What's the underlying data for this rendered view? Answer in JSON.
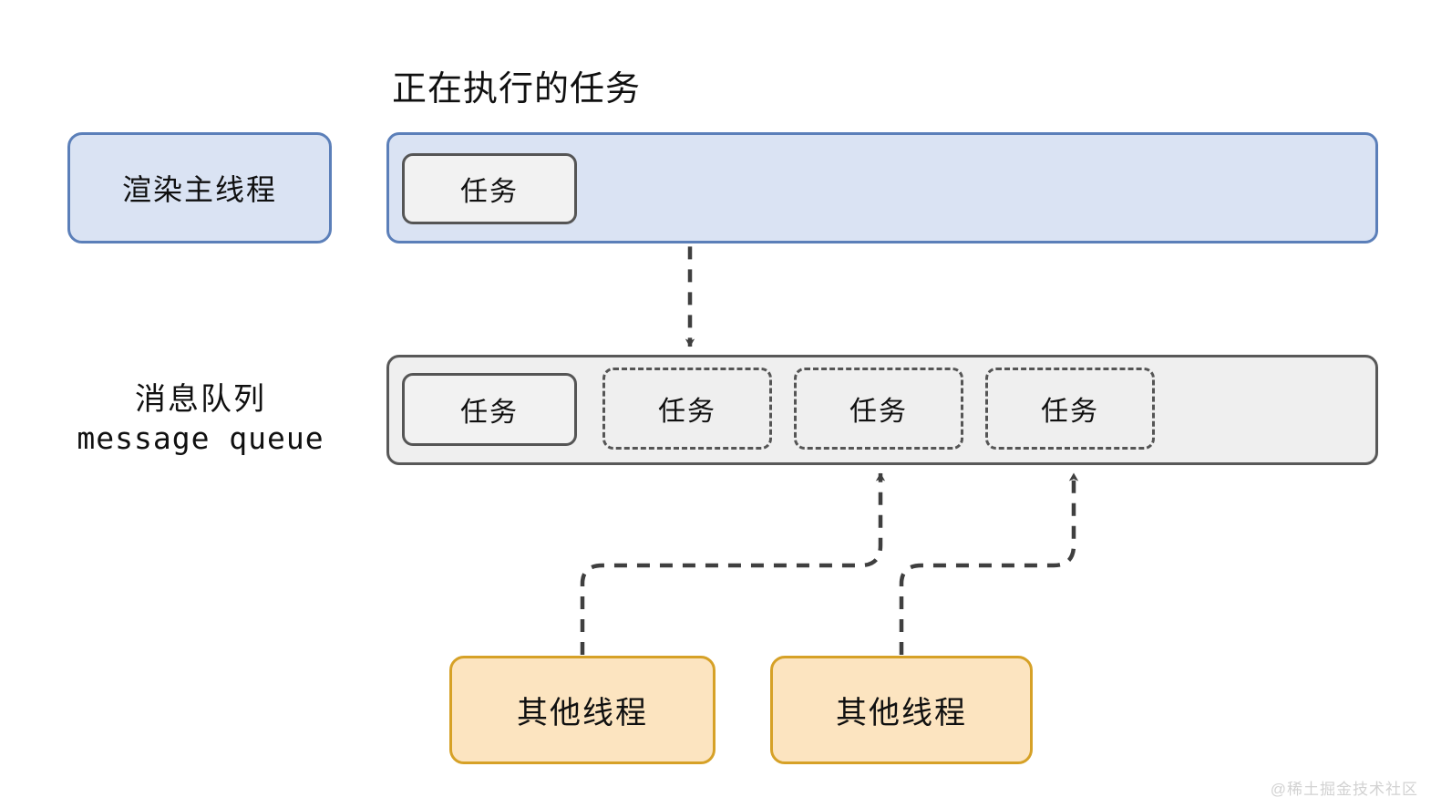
{
  "diagram": {
    "title": "正在执行的任务",
    "watermark": "@稀土掘金技术社区",
    "colors": {
      "thread_fill": "#dae3f3",
      "thread_border": "#5b7fb9",
      "queue_fill": "#efefef",
      "queue_border": "#585858",
      "task_fill": "#f2f2f2",
      "task_border": "#555555",
      "worker_fill": "#fce4c0",
      "worker_border": "#d6a127",
      "arrow": "#3f3f3f"
    },
    "rows": {
      "main_thread": {
        "label": "渲染主线程",
        "running_task": "任务"
      },
      "message_queue": {
        "label_cn": "消息队列",
        "label_en": "message queue",
        "tasks": [
          {
            "text": "任务",
            "style": "solid"
          },
          {
            "text": "任务",
            "style": "dashed"
          },
          {
            "text": "任务",
            "style": "dashed"
          },
          {
            "text": "任务",
            "style": "dashed"
          }
        ]
      }
    },
    "workers": [
      {
        "label": "其他线程"
      },
      {
        "label": "其他线程"
      }
    ],
    "arrows": [
      {
        "name": "running-task-to-queue",
        "from": "main-thread-running-task",
        "to": "queue-task-2",
        "style": "dashed"
      },
      {
        "name": "worker-1-to-queue",
        "from": "worker-1",
        "to": "queue-task-3",
        "style": "dashed"
      },
      {
        "name": "worker-2-to-queue",
        "from": "worker-2",
        "to": "queue-task-4",
        "style": "dashed"
      }
    ]
  }
}
